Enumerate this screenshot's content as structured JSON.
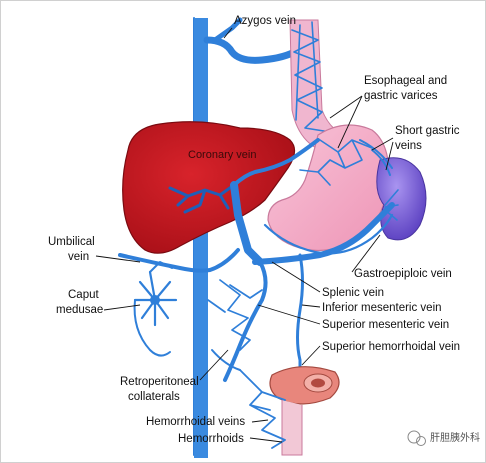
{
  "labels": {
    "azygos_vein": "Azygos vein",
    "esophageal_varices_1": "Esophageal and",
    "esophageal_varices_2": "gastric varices",
    "short_gastric_1": "Short gastric",
    "short_gastric_2": "veins",
    "coronary_vein": "Coronary vein",
    "umbilical_vein_1": "Umbilical",
    "umbilical_vein_2": "vein",
    "caput_medusae_1": "Caput",
    "caput_medusae_2": "medusae",
    "gastroepiploic_vein": "Gastroepiploic vein",
    "splenic_vein": "Splenic vein",
    "inferior_mesenteric_vein": "Inferior mesenteric vein",
    "superior_mesenteric_vein": "Superior mesenteric vein",
    "superior_hemorrhoidal_vein": "Superior hemorrhoidal vein",
    "retroperitoneal_1": "Retroperitoneal",
    "retroperitoneal_2": "collaterals",
    "hemorrhoidal_veins": "Hemorrhoidal veins",
    "hemorrhoids": "Hemorrhoids"
  },
  "watermark": "肝胆胰外科",
  "colors": {
    "vein": "#2f7fd9",
    "liver": "#c0141c",
    "stomach": "#f4a9c4",
    "spleen": "#7a5fd6",
    "esophagus": "#f0b6cf",
    "rectum": "#e8867c"
  }
}
